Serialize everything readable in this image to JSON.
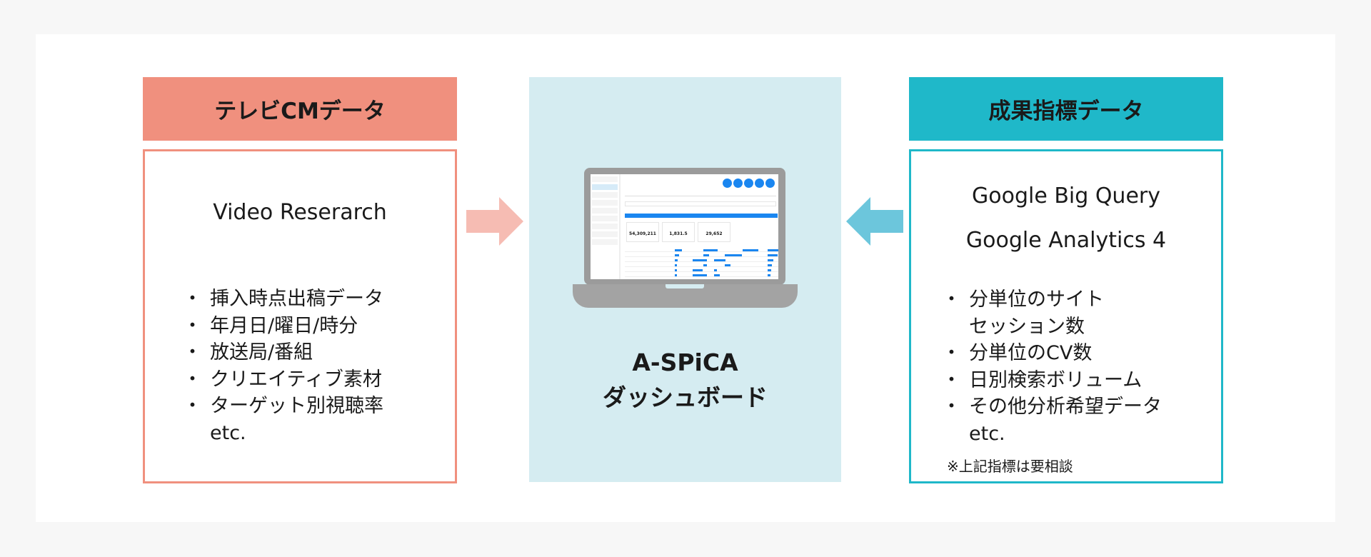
{
  "left": {
    "header": "テレビCMデータ",
    "source": "Video Reserarch",
    "items": [
      "挿入時点出稿データ",
      "年月日/曜日/時分",
      "放送局/番組",
      "クリエイティブ素材",
      "ターゲット別視聴率"
    ],
    "etc": "etc."
  },
  "center": {
    "title_line1": "A-SPiCA",
    "title_line2": "ダッシュボード",
    "screen": {
      "kpis": [
        "54,309,211",
        "1,831.5",
        "29,652"
      ]
    }
  },
  "right": {
    "header": "成果指標データ",
    "sources": [
      "Google Big Query",
      "Google Analytics 4"
    ],
    "item1_line1": "分単位のサイト",
    "item1_line2": "セッション数",
    "items": [
      "分単位のCV数",
      "日別検索ボリューム",
      "その他分析希望データ"
    ],
    "etc": "etc.",
    "note": "※上記指標は要相談"
  },
  "colors": {
    "left_accent": "#f0907e",
    "right_accent": "#1fb8c9",
    "center_bg": "#d5ecf1",
    "left_arrow": "#f6bcb3",
    "right_arrow": "#6cc6dc"
  }
}
